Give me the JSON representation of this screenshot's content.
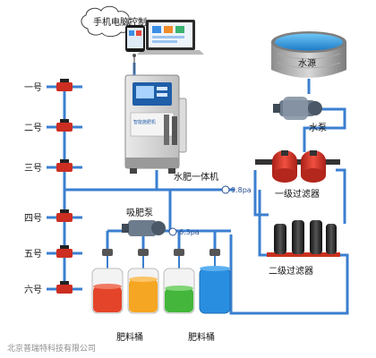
{
  "cloud_label": "手机电脑控制",
  "water_source": "水源",
  "pump": "水泵",
  "integrated_machine": "水肥一体机",
  "machine_panel_text": "智能施肥机",
  "primary_filter": "一级过滤器",
  "secondary_filter": "二级过滤器",
  "suction_pump": "吸肥泵",
  "fert_bucket_left": "肥料桶",
  "fert_bucket_right": "肥料桶",
  "pressure_1": "9.8pa",
  "pressure_2": "6.3pa",
  "valves": [
    "一号",
    "二号",
    "三号",
    "四号",
    "五号",
    "六号"
  ],
  "watermark": "北京普瑞特科技有限公司",
  "colors": {
    "pipe": "#3b7fd0",
    "tank_water": "#3aa0e0",
    "tank_rim": "#6c6c6c",
    "bucket_red": "#e4452a",
    "bucket_orange": "#f5a623",
    "bucket_green": "#43b63b",
    "bucket_blue": "#2a8ee0",
    "filter_red": "#d9342a",
    "filter_black": "#2b2b2b",
    "machine_blue": "#1f5ea8"
  }
}
